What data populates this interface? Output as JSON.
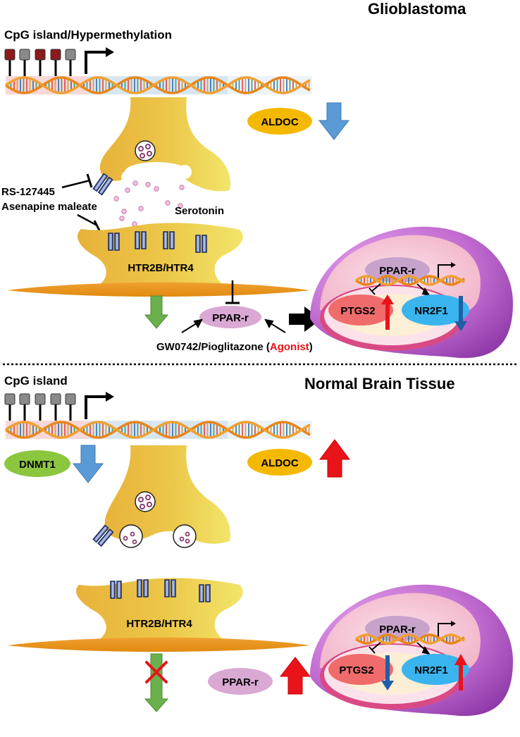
{
  "top_panel": {
    "title": "Glioblastoma",
    "cpg_label": "CpG island/Hypermethylation",
    "aldoc": "ALDOC",
    "serotonin": "Serotonin",
    "inhibitor_1": "RS-127445",
    "inhibitor_2": "Asenapine maleate",
    "receptors": "HTR2B/HTR4",
    "ppar": "PPAR-r",
    "agonist_prefix": "GW0742/Pioglitazone (",
    "agonist_word": "Agonist",
    "agonist_suffix": ")",
    "cell_ppar": "PPAR-r",
    "ptgs2": "PTGS2",
    "nr2f1": "NR2F1"
  },
  "bottom_panel": {
    "title": "Normal Brain Tissue",
    "cpg_label": "CpG island",
    "dnmt1": "DNMT1",
    "aldoc": "ALDOC",
    "receptors": "HTR2B/HTR4",
    "ppar": "PPAR-r",
    "cell_ppar": "PPAR-r",
    "ptgs2": "PTGS2",
    "nr2f1": "NR2F1"
  },
  "colors": {
    "up_arrow": "#e8141a",
    "down_arrow": "#5b9bd5",
    "green_arrow": "#6ab04c",
    "aldoc_fill": "#f5b800",
    "dnmt1_fill": "#8cc63f",
    "ppar_fill": "#d9a8d3",
    "ptgs2_fill": "#f06b6b",
    "nr2f1_fill": "#3ab4ee",
    "methylated": "#8b1a1a",
    "unmethylated": "#8a8a8a"
  },
  "methylation": {
    "top": [
      "methylated",
      "unmethylated",
      "methylated",
      "methylated",
      "unmethylated"
    ],
    "bottom": [
      "unmethylated",
      "unmethylated",
      "unmethylated",
      "unmethylated",
      "unmethylated"
    ]
  }
}
